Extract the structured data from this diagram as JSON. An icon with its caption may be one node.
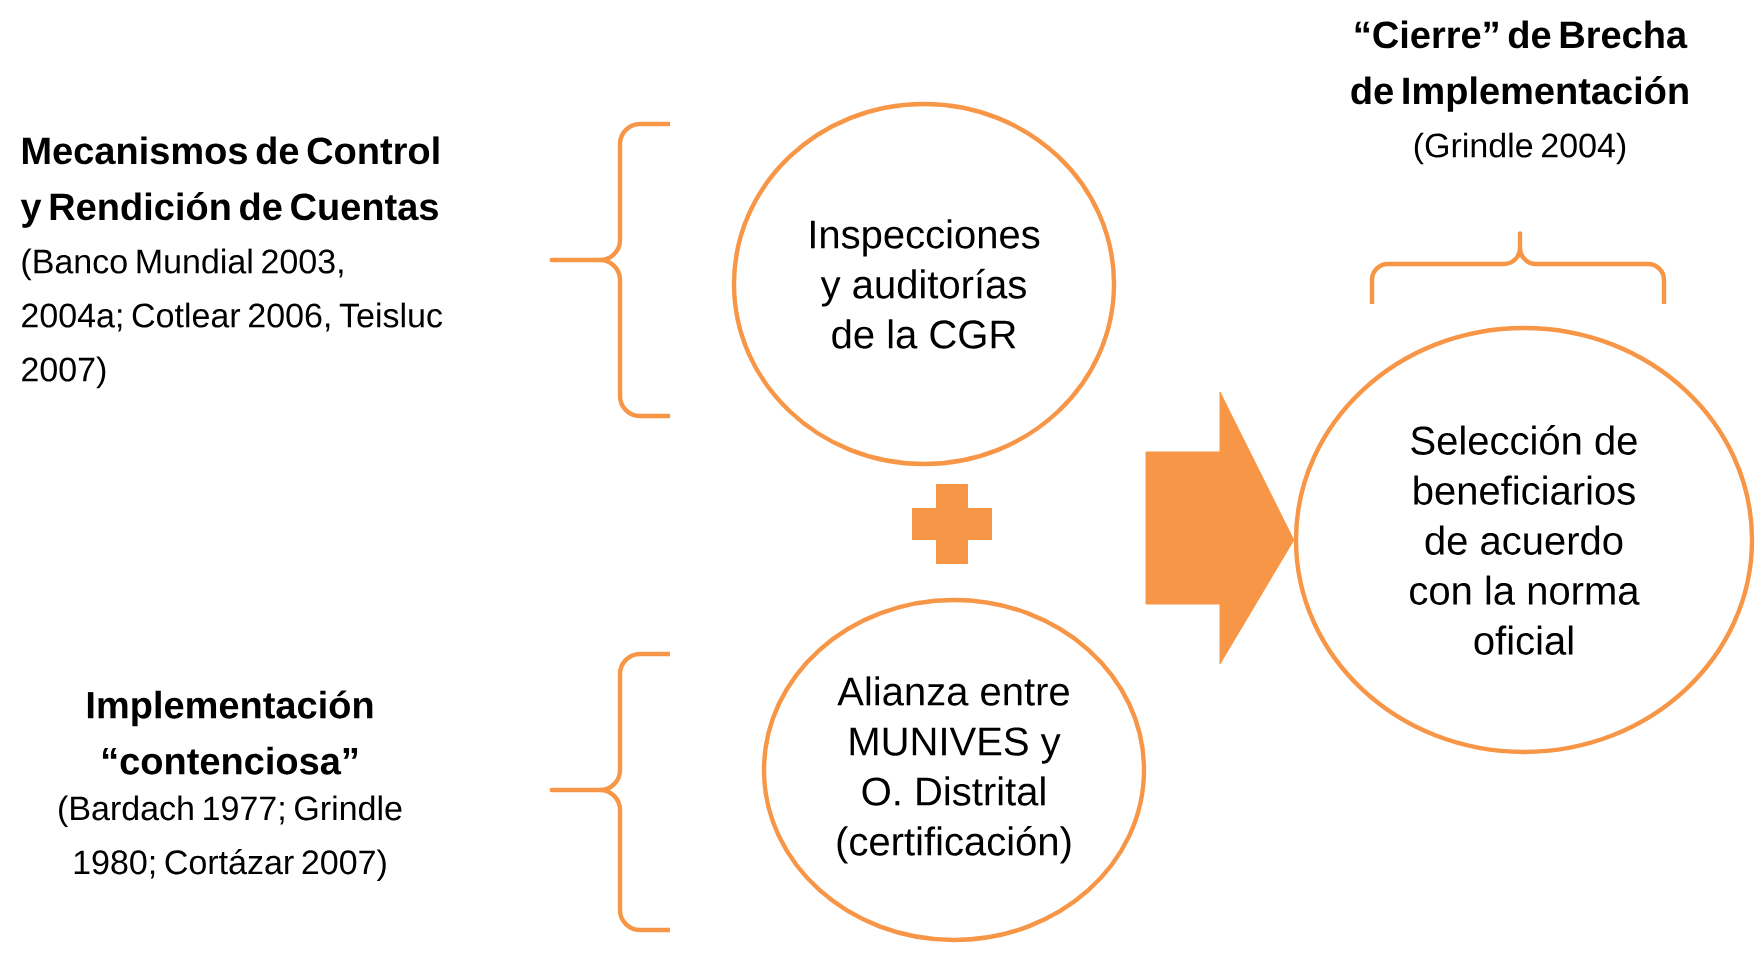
{
  "diagram": {
    "nodes": [
      {
        "text": [
          "Inspecciones y auditorías de la CGR"
        ]
      },
      {
        "text": [
          "Alianza entre MUNIVES y O. Distrital (certificación)"
        ]
      },
      {
        "text": [
          "Selección de beneficiarios de acuerdo con la norma oficial"
        ]
      }
    ],
    "edges": [
      {
        "from": null,
        "to": 2,
        "arrow": "to",
        "style": "thick"
      }
    ],
    "labels": [
      "Mecanismos de Control y Rendición de Cuentas",
      "(Banco Mundial 2003, 2004a; Cotlear 2006, Teisluc 2007)",
      "Implementación “contenciosa”",
      "(Bardach 1977; Grindle 1980; Cortázar 2007)",
      "“Cierre” de Brecha de Implementación",
      "(Grindle 2004)"
    ]
  }
}
